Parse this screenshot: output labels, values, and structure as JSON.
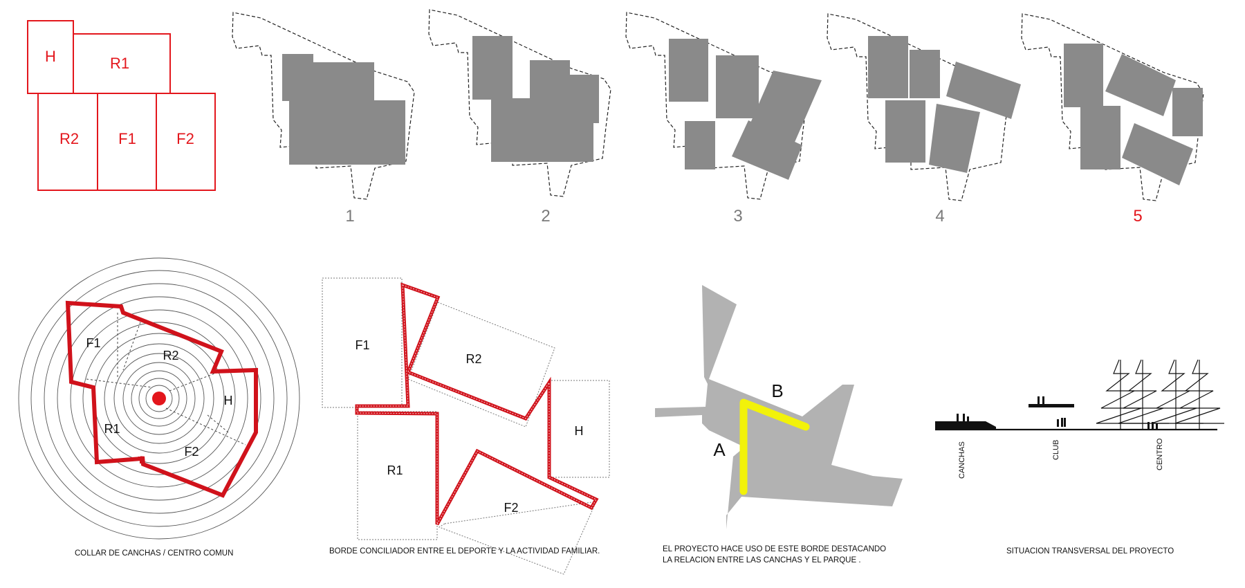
{
  "program": {
    "labels": {
      "h": "H",
      "r1": "R1",
      "r2": "R2",
      "f1": "F1",
      "f2": "F2"
    },
    "color": "#e3161c"
  },
  "variants": {
    "labels": [
      "1",
      "2",
      "3",
      "4",
      "5"
    ],
    "selected": "5",
    "mass_color": "#8a8a8a"
  },
  "collar": {
    "labels": {
      "f1": "F1",
      "r2": "R2",
      "h": "H",
      "r1": "R1",
      "f2": "F2"
    },
    "caption": "COLLAR DE CANCHAS / CENTRO COMUN",
    "accent": "#d0121b"
  },
  "border": {
    "labels": {
      "f1": "F1",
      "r2": "R2",
      "h": "H",
      "r1": "R1",
      "f2": "F2"
    },
    "caption": "BORDE CONCILIADOR ENTRE  EL DEPORTE Y LA ACTIVIDAD FAMILIAR."
  },
  "edge": {
    "labels": {
      "a": "A",
      "b": "B"
    },
    "caption_line1": "EL PROYECTO HACE USO DE ESTE BORDE  DESTACANDO",
    "caption_line2": "LA RELACION  ENTRE LAS CANCHAS Y EL PARQUE .",
    "fill_color": "#b2b2b2",
    "highlight_color": "#f2f20a"
  },
  "section": {
    "labels": {
      "canchas": "CANCHAS",
      "club": "CLUB",
      "centro": "CENTRO"
    },
    "caption": "SITUACION TRANSVERSAL DEL PROYECTO"
  }
}
